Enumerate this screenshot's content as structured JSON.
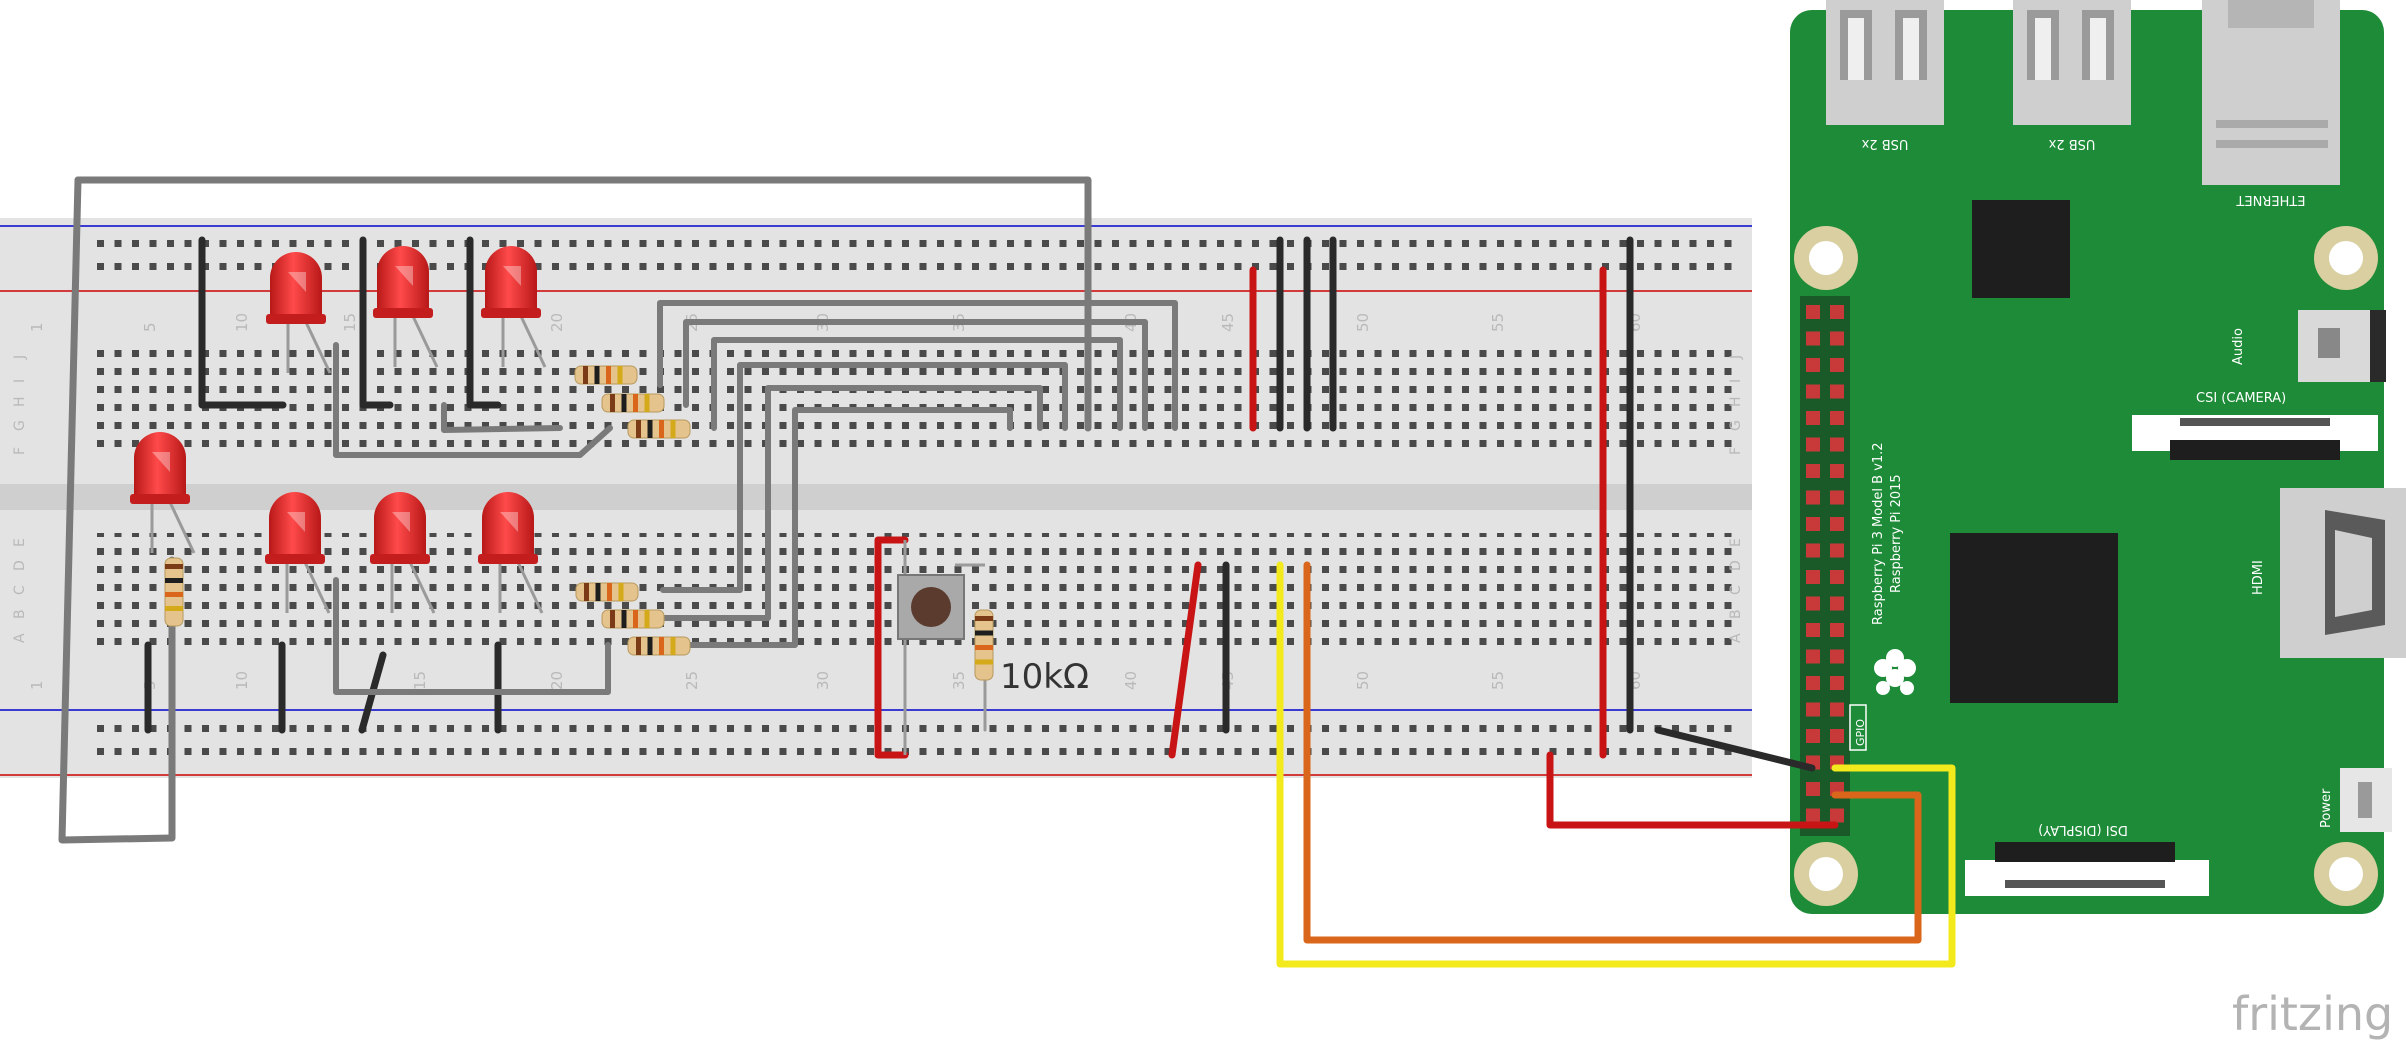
{
  "diagram": {
    "resistor_label": "10kΩ",
    "watermark": "fritzing"
  },
  "breadboard": {
    "column_numbers": [
      "1",
      "5",
      "10",
      "15",
      "20",
      "25",
      "30",
      "35",
      "40",
      "45",
      "50",
      "55",
      "60"
    ],
    "row_letters_top": [
      "J",
      "I",
      "H",
      "G",
      "F"
    ],
    "row_letters_bottom": [
      "E",
      "D",
      "C",
      "B",
      "A"
    ]
  },
  "raspberry_pi": {
    "model": "Raspberry Pi 3 Model B v1.2",
    "copyright": "Raspberry Pi 2015",
    "usb_left": "USB 2x",
    "usb_right": "USB 2x",
    "ethernet": "ETHERNET",
    "audio": "Audio",
    "camera": "CSI (CAMERA)",
    "hdmi": "HDMI",
    "display": "DSI (DISPLAY)",
    "power": "Power",
    "gpio": "GPIO"
  },
  "colors": {
    "board_green": "#1d8b37",
    "wire_gray": "#8a8a8a",
    "wire_red": "#c81414",
    "wire_black": "#2a2a2a",
    "wire_yellow": "#f2ea1c",
    "wire_orange": "#d9661a",
    "led_red": "#e32626"
  }
}
